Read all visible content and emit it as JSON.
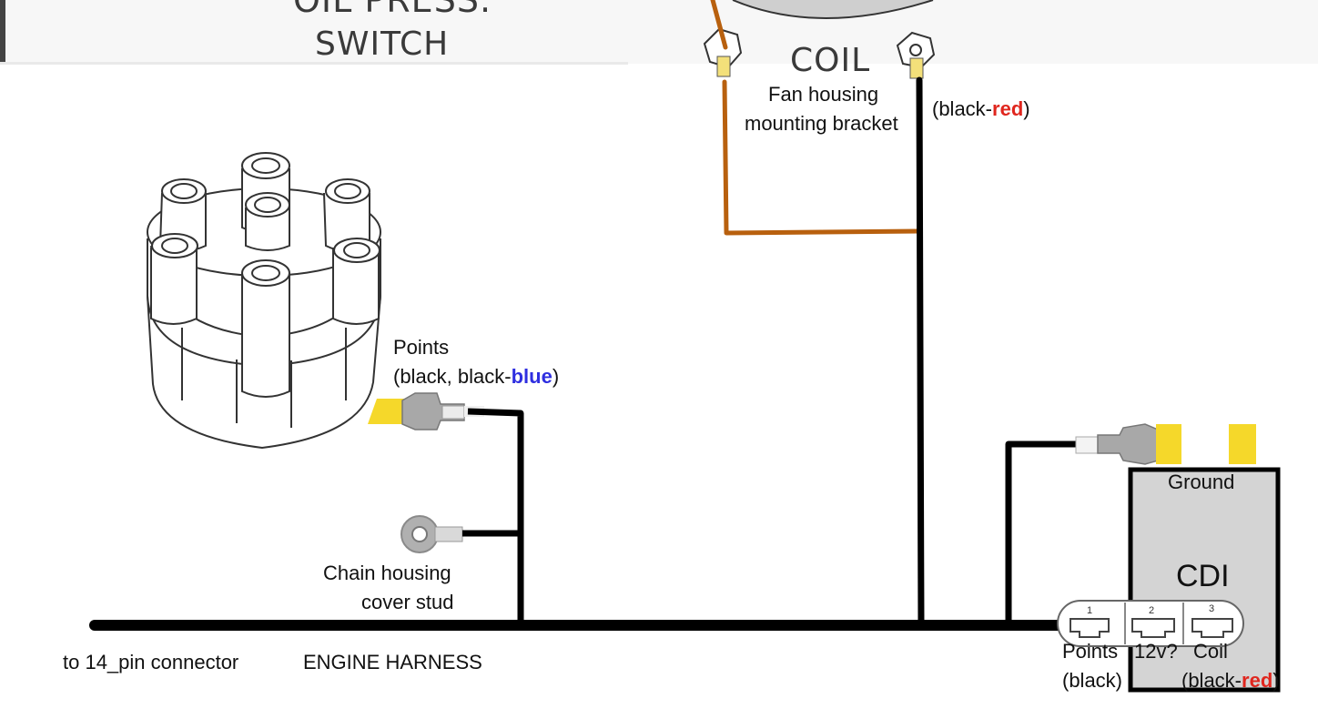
{
  "scan": {
    "oil_press_partial": "OIL PRESS.",
    "switch": "SWITCH",
    "coil": "COIL"
  },
  "labels": {
    "fan_housing_line1": "Fan housing",
    "fan_housing_line2": "mounting bracket",
    "coil_wire_prefix": "(black-",
    "coil_wire_color": "red",
    "coil_wire_suffix": ")",
    "points_title": "Points",
    "points_wire_prefix": "(black, black-",
    "points_wire_color": "blue",
    "points_wire_suffix": ")",
    "chain_line1": "Chain housing",
    "chain_line2": "cover stud",
    "to_connector": "to 14_pin connector",
    "engine_harness": "ENGINE HARNESS",
    "ground": "Ground",
    "cdi": "CDI",
    "pin1_label": "Points",
    "pin1_sub": "(black)",
    "pin2_label": "12v?",
    "pin3_label": "Coil",
    "pin3_sub_prefix": "(black-",
    "pin3_sub_color": "red",
    "pin3_sub_suffix": ")"
  },
  "connector_pins": [
    "1",
    "2",
    "3"
  ],
  "colors": {
    "harness_wire": "#000000",
    "brown_wire": "#b8600e",
    "terminal_yellow": "#f5d82a",
    "cdi_box_fill": "#d4d4d4",
    "red_text": "#e0261e",
    "blue_text": "#2f2fe0"
  }
}
